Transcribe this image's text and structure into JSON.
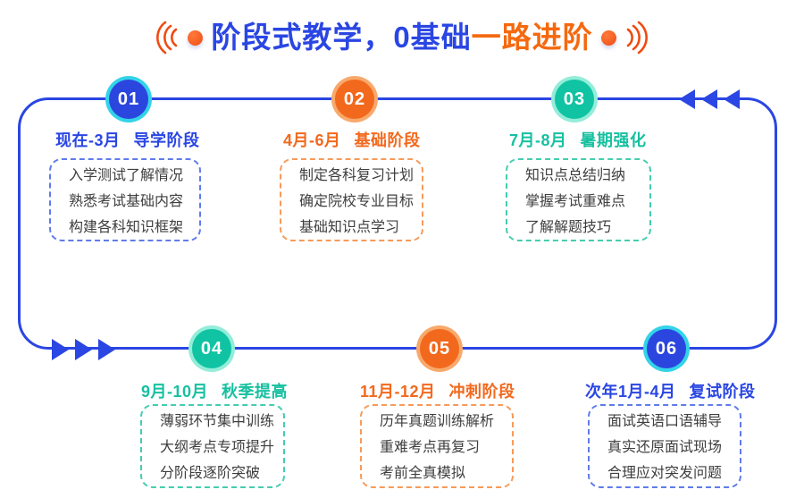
{
  "title": {
    "main": "阶段式教学，0基础",
    "highlight": "一路进阶"
  },
  "colors": {
    "primary_blue": "#2A46E3",
    "accent_orange": "#F2691D",
    "teal": "#17C0A0",
    "blue_node_ring": "#33D3E8",
    "orange_node_ring": "#F8A96C",
    "teal_node_ring": "#93EDD9",
    "title_dot": "#F04B12",
    "body_text": "#3E3E3E"
  },
  "stages": [
    {
      "id": "01",
      "period": "现在-3月",
      "name": "导学阶段",
      "theme": "blue",
      "items": [
        "入学测试了解情况",
        "熟悉考试基础内容",
        "构建各科知识框架"
      ]
    },
    {
      "id": "02",
      "period": "4月-6月",
      "name": "基础阶段",
      "theme": "orange",
      "items": [
        "制定各科复习计划",
        "确定院校专业目标",
        "基础知识点学习"
      ]
    },
    {
      "id": "03",
      "period": "7月-8月",
      "name": "暑期强化",
      "theme": "teal",
      "items": [
        "知识点总结归纳",
        "掌握考试重难点",
        "了解解题技巧"
      ]
    },
    {
      "id": "04",
      "period": "9月-10月",
      "name": "秋季提高",
      "theme": "teal",
      "items": [
        "薄弱环节集中训练",
        "大纲考点专项提升",
        "分阶段逐阶突破"
      ]
    },
    {
      "id": "05",
      "period": "11月-12月",
      "name": "冲刺阶段",
      "theme": "orange",
      "items": [
        "历年真题训练解析",
        "重难考点再复习",
        "考前全真模拟"
      ]
    },
    {
      "id": "06",
      "period": "次年1月-4月",
      "name": "复试阶段",
      "theme": "blue",
      "items": [
        "面试英语口语辅导",
        "真实还原面试现场",
        "合理应对突发问题"
      ]
    }
  ]
}
